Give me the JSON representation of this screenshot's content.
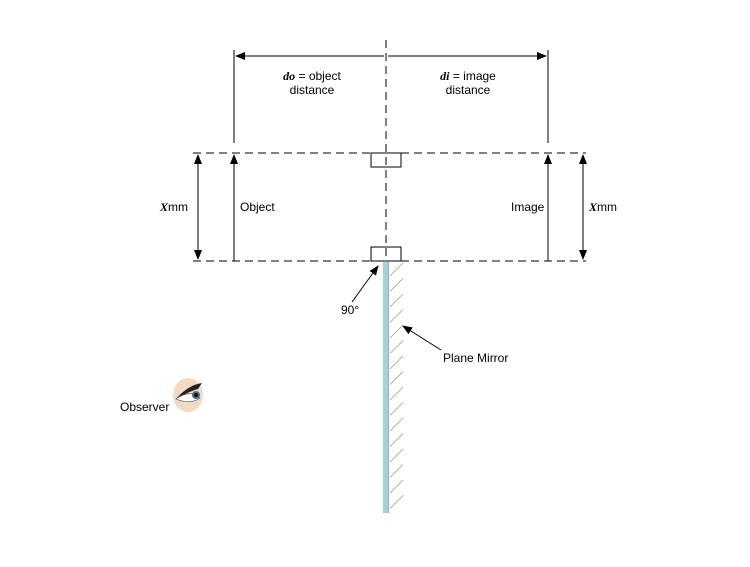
{
  "labels": {
    "do_symbol": "do",
    "do_eq": " = object",
    "do_line2": "distance",
    "di_symbol": "di",
    "di_eq": " = image",
    "di_line2": "distance",
    "object": "Object",
    "image": "Image",
    "x_left_var": "X",
    "x_left_unit": "mm",
    "x_right_var": "X",
    "x_right_unit": "mm",
    "angle": "90°",
    "mirror": "Plane Mirror",
    "observer": "Observer"
  },
  "colors": {
    "mirror": "#9fd4dc",
    "line": "#000000",
    "hatch": "#999999"
  }
}
